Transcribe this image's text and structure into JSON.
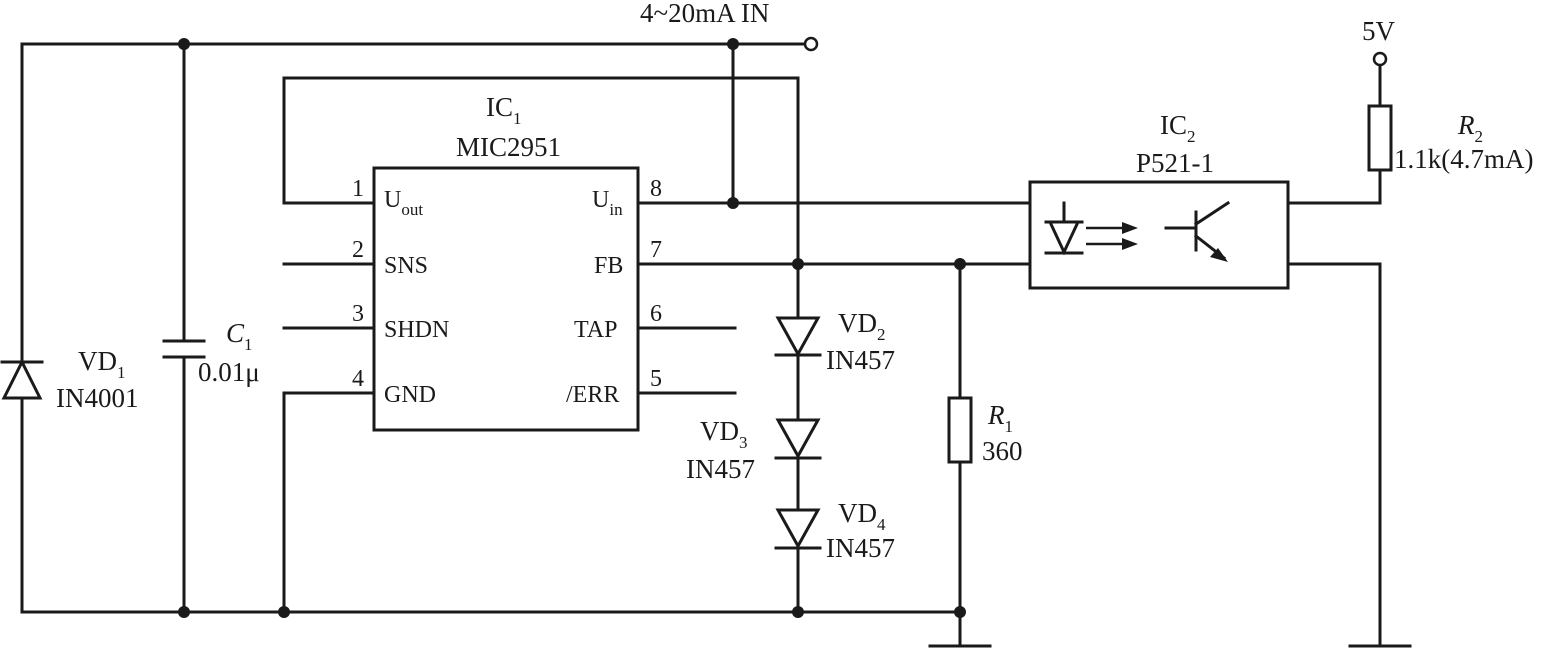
{
  "input_terminal": {
    "label": "4~20mA IN"
  },
  "supply_terminal": {
    "label": "5V"
  },
  "ic1": {
    "ref": "IC",
    "ref_sub": "1",
    "part": "MIC2951",
    "pins": [
      {
        "num": "1",
        "name": "U",
        "name_sub": "out"
      },
      {
        "num": "2",
        "name": "SNS"
      },
      {
        "num": "3",
        "name": "SHDN"
      },
      {
        "num": "4",
        "name": "GND"
      },
      {
        "num": "8",
        "name": "U",
        "name_sub": "in"
      },
      {
        "num": "7",
        "name": "FB"
      },
      {
        "num": "6",
        "name": "TAP"
      },
      {
        "num": "5",
        "name": "/ERR"
      }
    ]
  },
  "ic2": {
    "ref": "IC",
    "ref_sub": "2",
    "part": "P521-1"
  },
  "vd1": {
    "ref": "VD",
    "ref_sub": "1",
    "part": "IN4001"
  },
  "c1": {
    "ref": "C",
    "ref_sub": "1",
    "value": "0.01μ"
  },
  "vd2": {
    "ref": "VD",
    "ref_sub": "2",
    "part": "IN457"
  },
  "vd3": {
    "ref": "VD",
    "ref_sub": "3",
    "part": "IN457"
  },
  "vd4": {
    "ref": "VD",
    "ref_sub": "4",
    "part": "IN457"
  },
  "r1": {
    "ref": "R",
    "ref_sub": "1",
    "value": "360"
  },
  "r2": {
    "ref": "R",
    "ref_sub": "2",
    "value": "1.1k(4.7mA)"
  }
}
